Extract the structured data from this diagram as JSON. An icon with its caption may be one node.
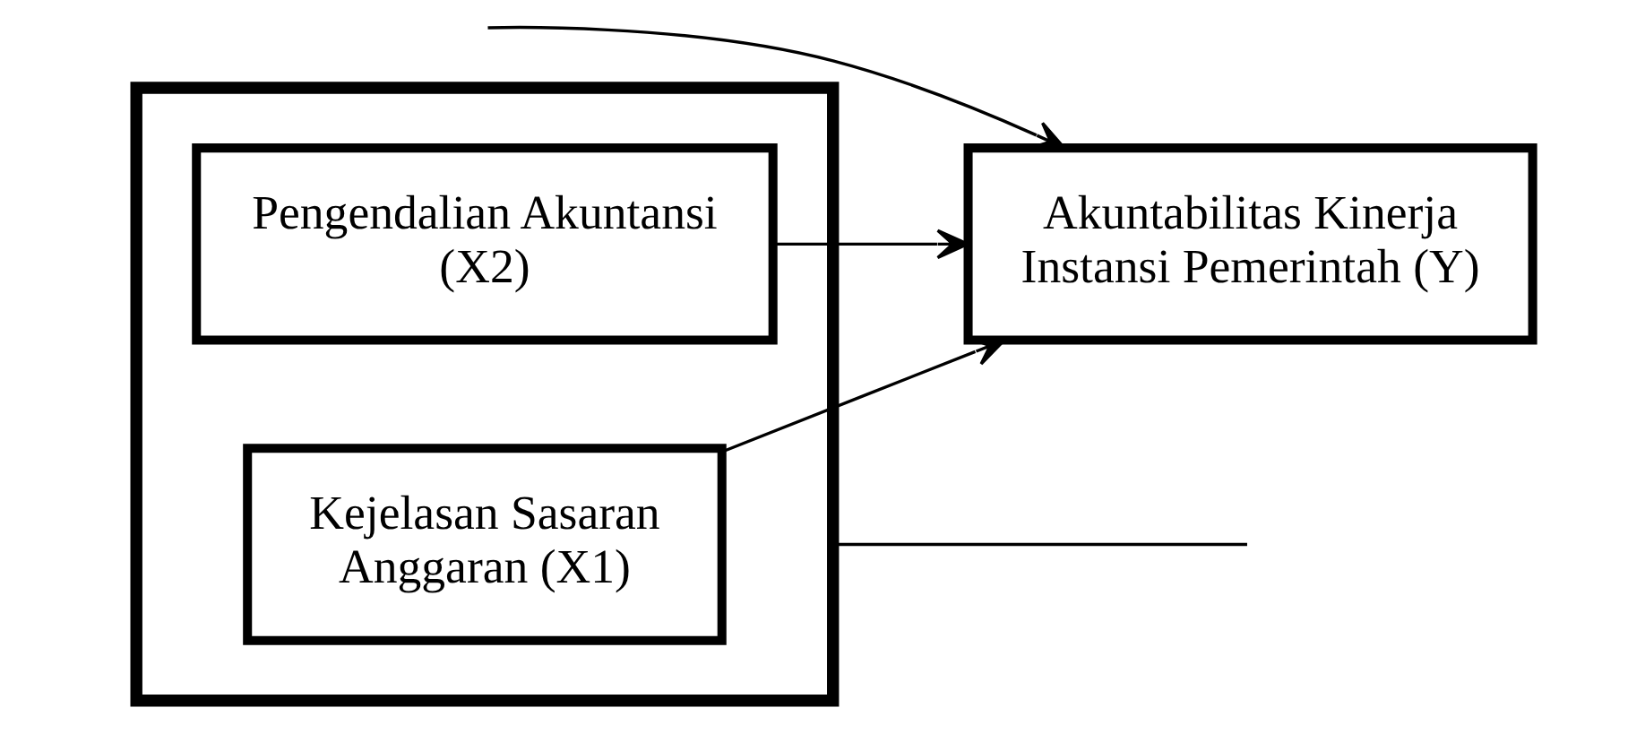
{
  "diagram": {
    "nodes": [
      {
        "text": [],
        "shape": "box"
      },
      {
        "text": [
          "Kejelasan Sasaran Anggaran (X1)"
        ],
        "in": 0
      },
      {
        "text": [
          "Pengendalian Akuntansi (X2)"
        ],
        "in": 0
      },
      {
        "text": [
          "Akuntabilitas Kinerja Instansi Pemerintah (Y)"
        ]
      }
    ],
    "edges": [
      {
        "from": 1,
        "to": 3,
        "arrow": "to"
      },
      {
        "from": 2,
        "to": 3,
        "arrow": "to"
      },
      {
        "from": 0,
        "to": null,
        "arrow": "none"
      },
      {
        "from": null,
        "to": 3,
        "arrow": "to"
      }
    ]
  }
}
